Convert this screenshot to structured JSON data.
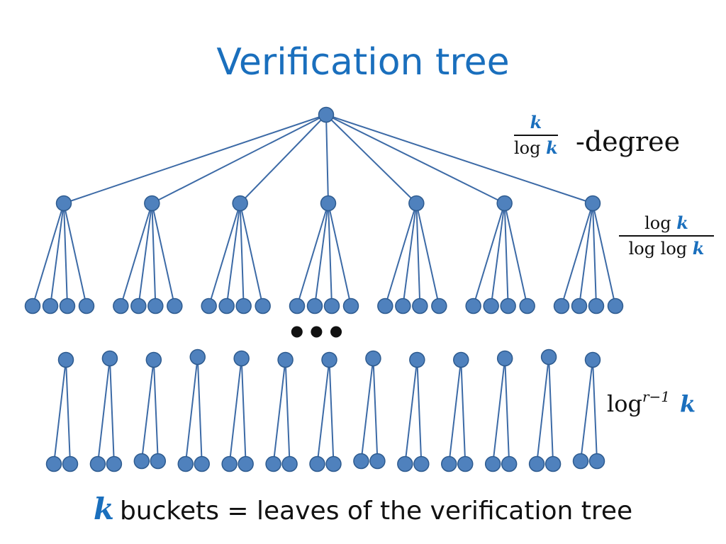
{
  "title": "Verification tree",
  "annotations": {
    "degree": {
      "num_var": "k",
      "den_text": "log ",
      "den_var": "k",
      "suffix": "-degree"
    },
    "level": {
      "num_text": "log ",
      "num_var": "k",
      "den_text": "log log ",
      "den_var": "k"
    },
    "depth": {
      "base": "log",
      "exponent": "r−1",
      "var": "k"
    },
    "ellipsis": "•••"
  },
  "caption": {
    "var": "k",
    "text": "buckets = leaves of the verification tree"
  },
  "tree": {
    "root_children": 7,
    "children_per_middle_node": 4,
    "bottom_subtrees": 13,
    "leaves_per_bottom_node": 2
  },
  "colors": {
    "node": "#4f81bd",
    "edge": "#3c6aa6",
    "node_stroke": "#2e5b8f",
    "title": "#1a6fbd",
    "var": "#1a6fbd"
  }
}
